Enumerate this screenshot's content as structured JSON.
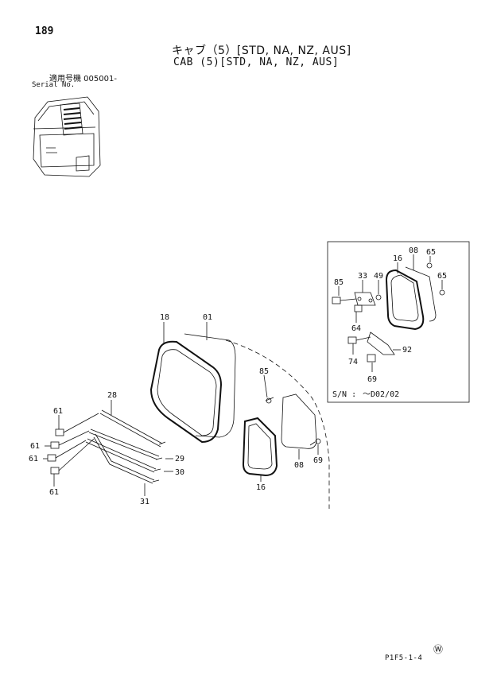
{
  "header": {
    "page_number": "189",
    "title_jp": "キャブ（5）[STD, NA, NZ, AUS]",
    "title_en": "CAB (5)[STD, NA, NZ, AUS]",
    "serial_jp": "適用号機 005001-",
    "serial_en": "Serial No."
  },
  "parts": {
    "p01": "01",
    "p08": "08",
    "p08b": "08",
    "p16": "16",
    "p16b": "16",
    "p18": "18",
    "p28": "28",
    "p29": "29",
    "p30": "30",
    "p31": "31",
    "p33": "33",
    "p49": "49",
    "p61a": "61",
    "p61b": "61",
    "p61c": "61",
    "p61d": "61",
    "p64": "64",
    "p65a": "65",
    "p65b": "65",
    "p69a": "69",
    "p69b": "69",
    "p74": "74",
    "p85a": "85",
    "p85b": "85",
    "p92": "92"
  },
  "inset": {
    "sn_label": "S/N :",
    "sn_value": "～D02/02"
  },
  "footer": {
    "sheet_code": "P1F5-1-4",
    "mark": "Ⓦ"
  }
}
